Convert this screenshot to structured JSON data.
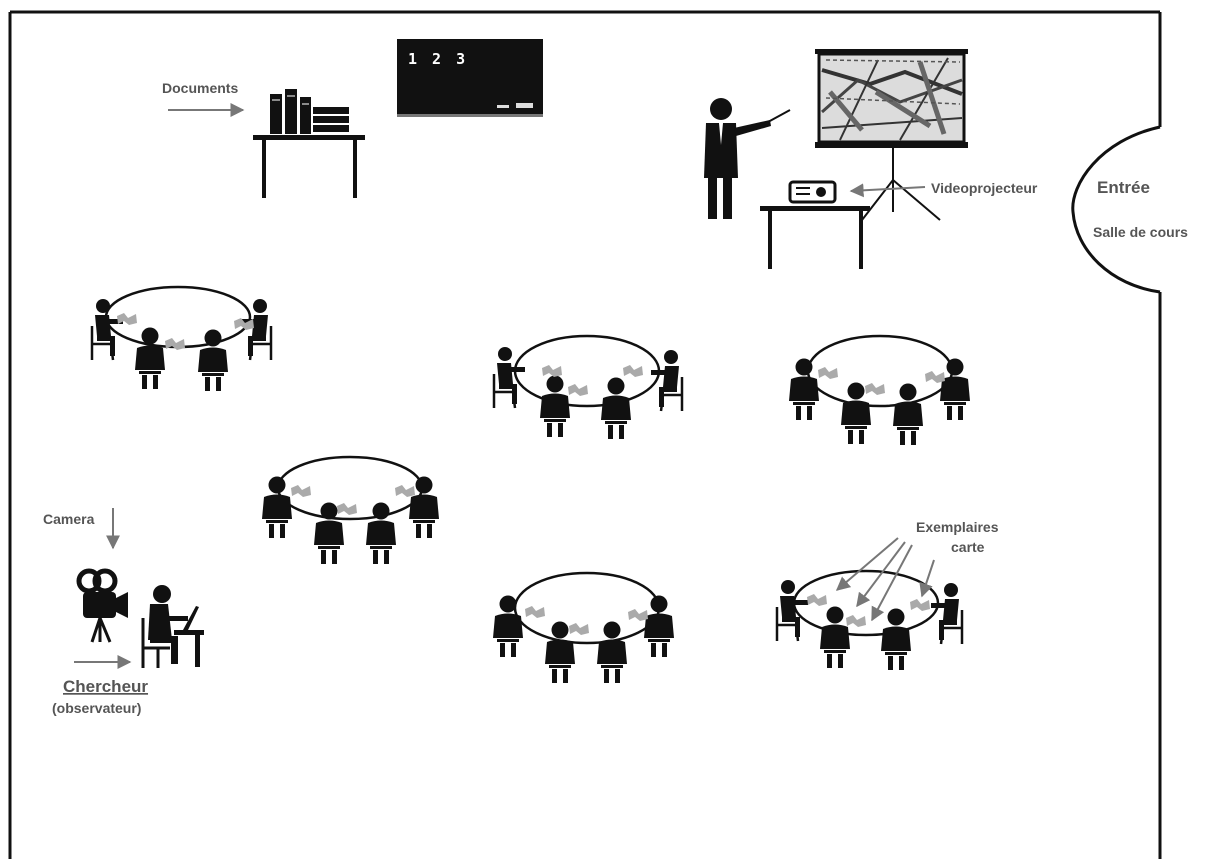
{
  "labels": {
    "documents": "Documents",
    "board_text": "1 2 3",
    "videoprojecteur": "Videoprojecteur",
    "entree": "Entrée",
    "salle_de_cours": "Salle de cours",
    "camera": "Camera",
    "exemplaires": "Exemplaires",
    "carte": "carte",
    "chercheur": "Chercheur",
    "observateur": "(observateur)"
  },
  "colors": {
    "ink": "#111111",
    "label": "#555555",
    "map_paper": "#aaaaaa",
    "arrow": "#777777"
  },
  "icons": [
    "bookshelf-icon",
    "blackboard-icon",
    "teacher-icon",
    "projection-screen-icon",
    "projector-icon",
    "camera-icon",
    "researcher-icon",
    "student-icon",
    "table-icon"
  ]
}
